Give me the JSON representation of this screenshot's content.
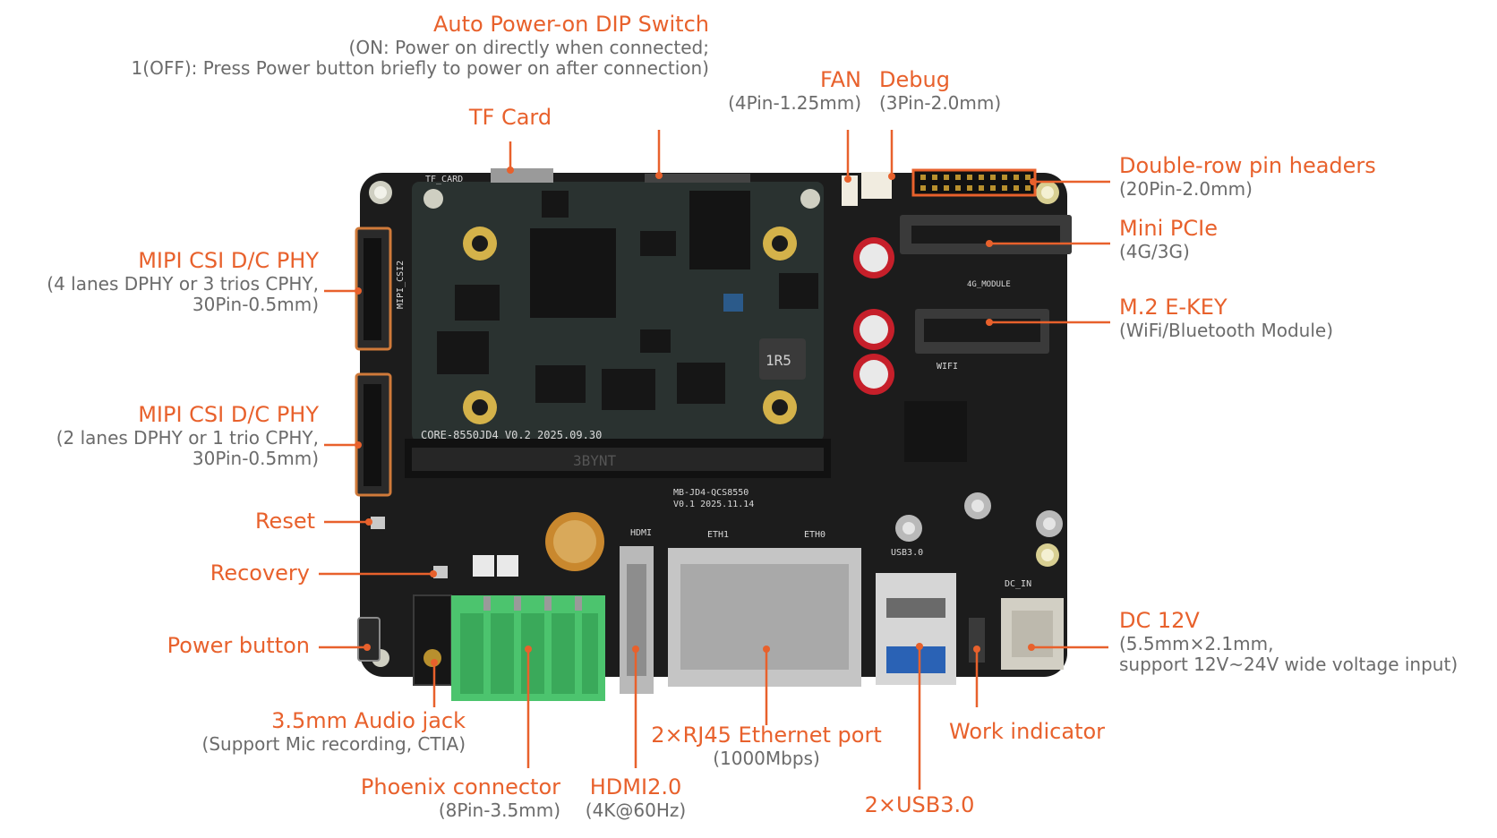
{
  "labels": {
    "auto_power": {
      "title": "Auto Power-on DIP Switch",
      "sub1": "(ON: Power on directly when connected;",
      "sub2": "1(OFF): Press Power button briefly to power on after connection)"
    },
    "tf_card": {
      "title": "TF Card"
    },
    "fan": {
      "title": "FAN",
      "sub": "(4Pin-1.25mm)"
    },
    "debug": {
      "title": "Debug",
      "sub": "(3Pin-2.0mm)"
    },
    "pin_headers": {
      "title": "Double-row pin headers",
      "sub": "(20Pin-2.0mm)"
    },
    "mini_pcie": {
      "title": "Mini PCIe",
      "sub": "(4G/3G)"
    },
    "m2_ekey": {
      "title": "M.2 E-KEY",
      "sub": "(WiFi/Bluetooth Module)"
    },
    "mipi_csi_1": {
      "title": "MIPI CSI D/C PHY",
      "sub1": "(4 lanes DPHY or 3 trios CPHY,",
      "sub2": "30Pin-0.5mm)"
    },
    "mipi_csi_2": {
      "title": "MIPI CSI D/C PHY",
      "sub1": "(2 lanes DPHY or 1 trio CPHY,",
      "sub2": "30Pin-0.5mm)"
    },
    "reset": {
      "title": "Reset"
    },
    "recovery": {
      "title": "Recovery"
    },
    "power_button": {
      "title": "Power button"
    },
    "audio_jack": {
      "title": "3.5mm Audio jack",
      "sub": "(Support Mic recording, CTIA)"
    },
    "phoenix": {
      "title": "Phoenix connector",
      "sub": "(8Pin-3.5mm)"
    },
    "hdmi": {
      "title": "HDMI2.0",
      "sub": "(4K@60Hz)"
    },
    "rj45": {
      "title": "2×RJ45 Ethernet port",
      "sub": "(1000Mbps)"
    },
    "usb": {
      "title": "2×USB3.0"
    },
    "work_indicator": {
      "title": "Work indicator"
    },
    "dc": {
      "title": "DC 12V",
      "sub1": "(5.5mm×2.1mm,",
      "sub2": "support 12V~24V wide voltage input)"
    }
  },
  "silkscreen": {
    "core": "CORE-8550JD4   V0.2 2025.09.30",
    "base": "MB-JD4-QCS8550",
    "base_ver": "V0.1 2025.11.14",
    "eth1": "ETH1",
    "eth0": "ETH0",
    "hdmi": "HDMI",
    "usb": "USB3.0",
    "dc_in": "DC_IN",
    "wifi": "WIFI",
    "module_4g": "4G_MODULE",
    "mipi": "MIPI_CSI2",
    "tf": "TF_CARD",
    "inductor": "1R5",
    "brand": "3BYNT"
  },
  "colors": {
    "accent": "#e8612c",
    "sub": "#6b6b6b",
    "pcb": "#1c1c1c",
    "connector_green": "#4cc46e"
  }
}
